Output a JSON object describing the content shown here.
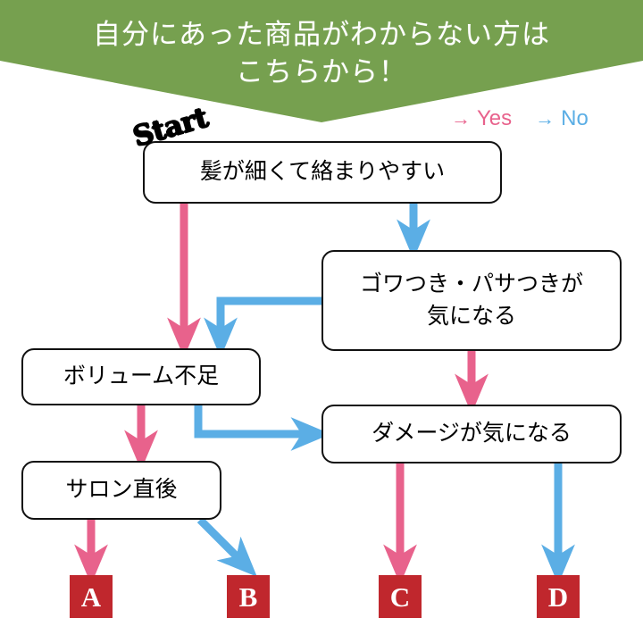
{
  "colors": {
    "green": "#76a04f",
    "pink": "#e8628c",
    "blue": "#5baee5",
    "red": "#c0272d",
    "box_border": "#111111",
    "background": "#ffffff"
  },
  "header": {
    "line1": "自分にあった商品がわからない方は",
    "line2": "こちらから！"
  },
  "legend": {
    "yes": {
      "arrow": "→",
      "label": "Yes",
      "color": "#e8628c"
    },
    "no": {
      "arrow": "→",
      "label": "No",
      "color": "#5baee5"
    }
  },
  "start_label": "Start",
  "nodes": [
    {
      "id": "start",
      "text": "髪が細くて絡まりやすい"
    },
    {
      "id": "gowa",
      "line1": "ゴワつき・パサつきが",
      "line2": "気になる"
    },
    {
      "id": "volume",
      "text": "ボリューム不足"
    },
    {
      "id": "damage",
      "text": "ダメージが気になる"
    },
    {
      "id": "salon",
      "text": "サロン直後"
    }
  ],
  "results": [
    {
      "id": "a",
      "label": "A"
    },
    {
      "id": "b",
      "label": "B"
    },
    {
      "id": "c",
      "label": "C"
    },
    {
      "id": "d",
      "label": "D"
    }
  ],
  "edges": [
    {
      "from": "start",
      "to": "volume",
      "answer": "Yes",
      "color": "#e8628c"
    },
    {
      "from": "start",
      "to": "gowa",
      "answer": "No",
      "color": "#5baee5"
    },
    {
      "from": "gowa",
      "to": "volume",
      "answer": "No",
      "color": "#5baee5"
    },
    {
      "from": "gowa",
      "to": "damage",
      "answer": "Yes",
      "color": "#e8628c"
    },
    {
      "from": "volume",
      "to": "salon",
      "answer": "Yes",
      "color": "#e8628c"
    },
    {
      "from": "volume",
      "to": "damage",
      "answer": "No",
      "color": "#5baee5"
    },
    {
      "from": "salon",
      "to": "A",
      "answer": "Yes",
      "color": "#e8628c"
    },
    {
      "from": "salon",
      "to": "B",
      "answer": "No",
      "color": "#5baee5"
    },
    {
      "from": "damage",
      "to": "C",
      "answer": "Yes",
      "color": "#e8628c"
    },
    {
      "from": "damage",
      "to": "D",
      "answer": "No",
      "color": "#5baee5"
    }
  ]
}
